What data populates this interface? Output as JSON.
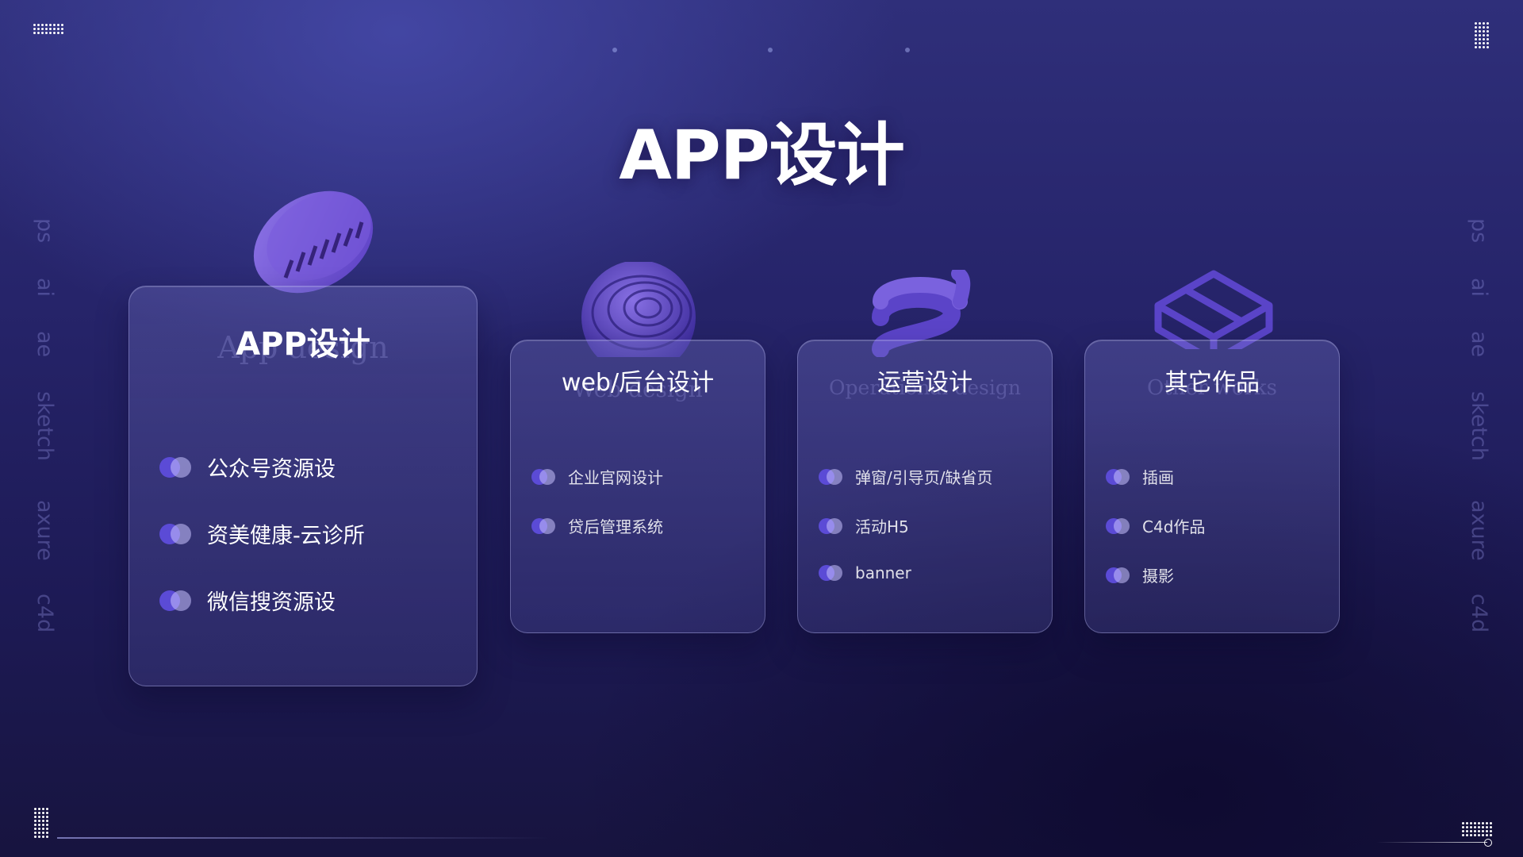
{
  "colors": {
    "background_top": "#2f2f7a",
    "background_bottom": "#17143f",
    "accent_purple": "#5b4bd6",
    "side_text": "#6f6fd0"
  },
  "header": {
    "title": "APP设计"
  },
  "side_tools": [
    "ps",
    "ai",
    "ae",
    "sketch",
    "axure",
    "c4d"
  ],
  "cards": [
    {
      "title": "APP设计",
      "subtitle": "App design",
      "icon": "purple-disc-3d-icon",
      "items": [
        "公众号资源设",
        "资美健康-云诊所",
        "微信搜资源设"
      ]
    },
    {
      "title": "web/后台设计",
      "subtitle": "Web design",
      "icon": "purple-sphere-3d-icon",
      "items": [
        "企业官网设计",
        "贷后管理系统"
      ]
    },
    {
      "title": "运营设计",
      "subtitle": "Operational design",
      "icon": "purple-spring-3d-icon",
      "items": [
        "弹窗/引导页/缺省页",
        "活动H5",
        "banner"
      ]
    },
    {
      "title": "其它作品",
      "subtitle": "Other works",
      "icon": "purple-cube-3d-icon",
      "items": [
        "插画",
        "C4d作品",
        "摄影"
      ]
    }
  ]
}
